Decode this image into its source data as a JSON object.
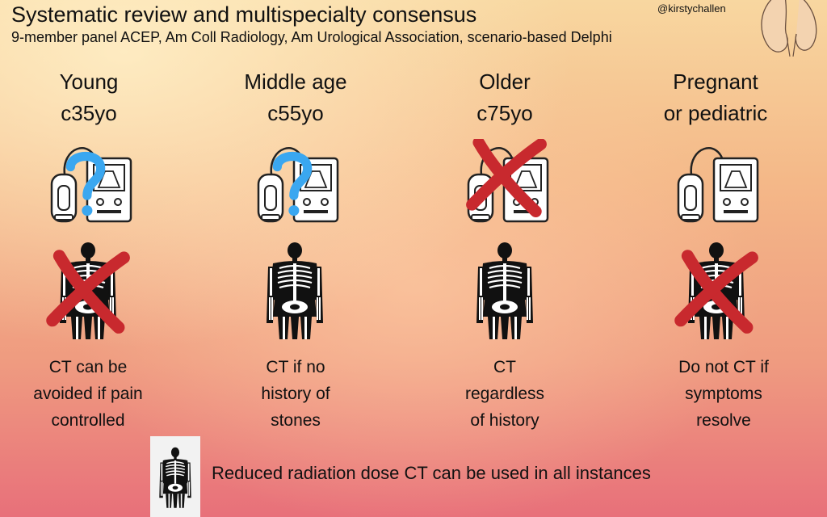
{
  "header": {
    "title": "Systematic review and multispecialty consensus",
    "subtitle": "9-member panel ACEP, Am Coll Radiology, Am Urological Association, scenario-based Delphi",
    "handle": "@kirstychallen"
  },
  "columns": [
    {
      "line1": "Young",
      "line2": "c35yo",
      "ultrasound_mark": "question-icon",
      "ct_mark": "cross-icon",
      "note1": "CT can be",
      "note2": "avoided if pain",
      "note3": "controlled"
    },
    {
      "line1": "Middle age",
      "line2": "c55yo",
      "ultrasound_mark": "question-icon",
      "ct_mark": "none",
      "note1": "CT if no",
      "note2": "history of",
      "note3": "stones"
    },
    {
      "line1": "Older",
      "line2": "c75yo",
      "ultrasound_mark": "cross-icon",
      "ct_mark": "none",
      "note1": "CT",
      "note2": "regardless",
      "note3": "of history"
    },
    {
      "line1": "Pregnant",
      "line2": "or pediatric",
      "ultrasound_mark": "none",
      "ct_mark": "cross-icon",
      "note1": "Do not CT if",
      "note2": "symptoms",
      "note3": "resolve"
    }
  ],
  "footer": {
    "text": "Reduced radiation dose CT can be used in all instances"
  },
  "colors": {
    "cross": "#c8292e",
    "question": "#3aa7f0",
    "skeleton": "#111111"
  }
}
